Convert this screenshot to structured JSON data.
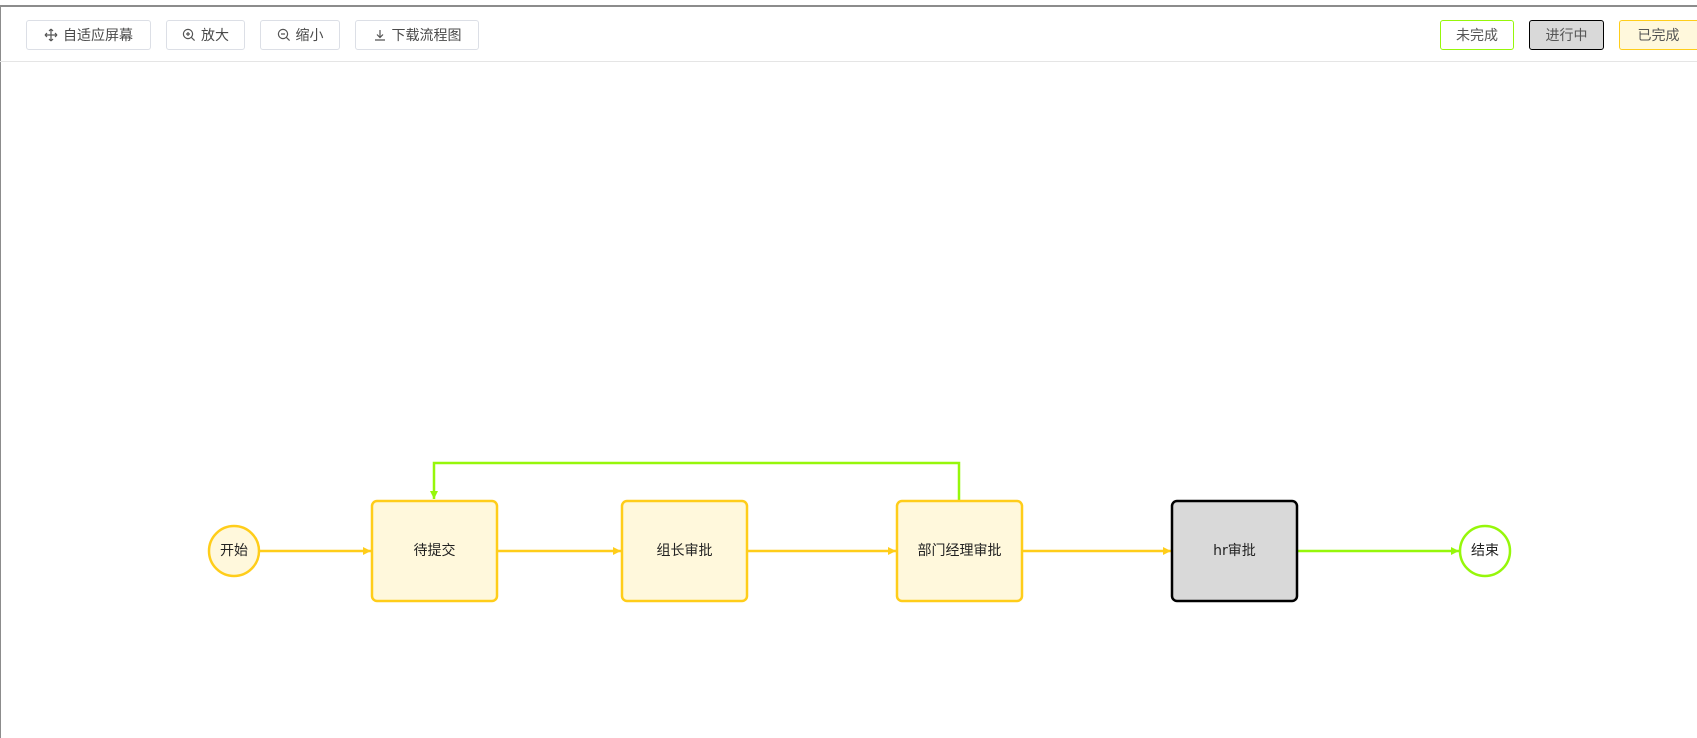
{
  "toolbar": {
    "fit_label": "自适应屏幕",
    "zoom_in_label": "放大",
    "zoom_out_label": "缩小",
    "download_label": "下载流程图"
  },
  "legend": {
    "incomplete": "未完成",
    "in_progress": "进行中",
    "completed": "已完成"
  },
  "colors": {
    "incomplete": "#96f70a",
    "in_progress_border": "#000000",
    "in_progress_fill": "#d9d9d9",
    "completed_border": "#ffcd1a",
    "completed_fill": "#fff8dc"
  },
  "flow": {
    "start": "开始",
    "task_submit": "待提交",
    "task_leader": "组长审批",
    "task_manager": "部门经理审批",
    "task_hr": "hr审批",
    "end": "结束"
  }
}
